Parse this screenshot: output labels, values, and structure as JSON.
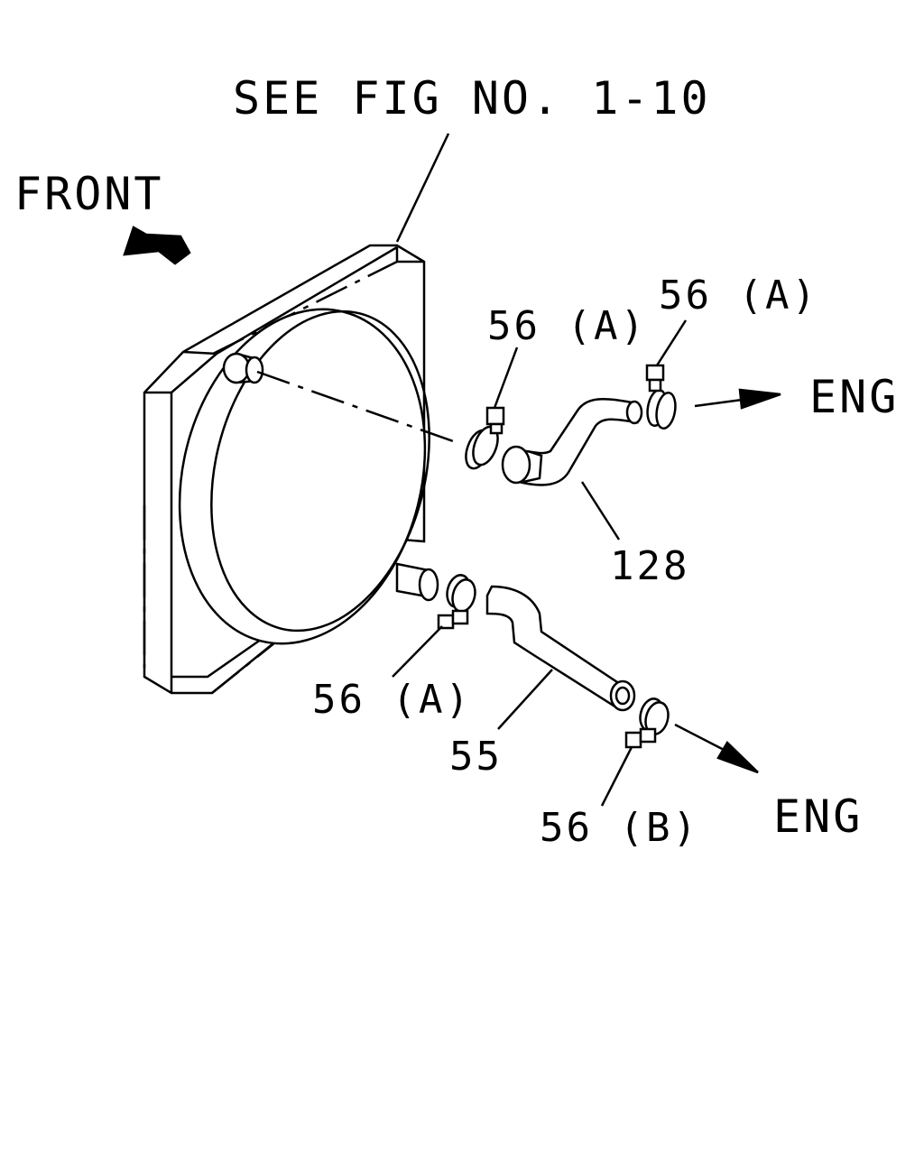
{
  "labels": {
    "see_fig": "SEE FIG NO. 1-10",
    "front": "FRONT",
    "eng_upper": "ENG",
    "eng_lower": "ENG",
    "clamp_upper_left": "56 (A)",
    "clamp_upper_right": "56 (A)",
    "clamp_lower_left": "56 (A)",
    "clamp_lower_right": "56 (B)",
    "hose_upper": "128",
    "hose_lower": "55"
  },
  "colors": {
    "line": "#000000",
    "background": "#ffffff"
  }
}
